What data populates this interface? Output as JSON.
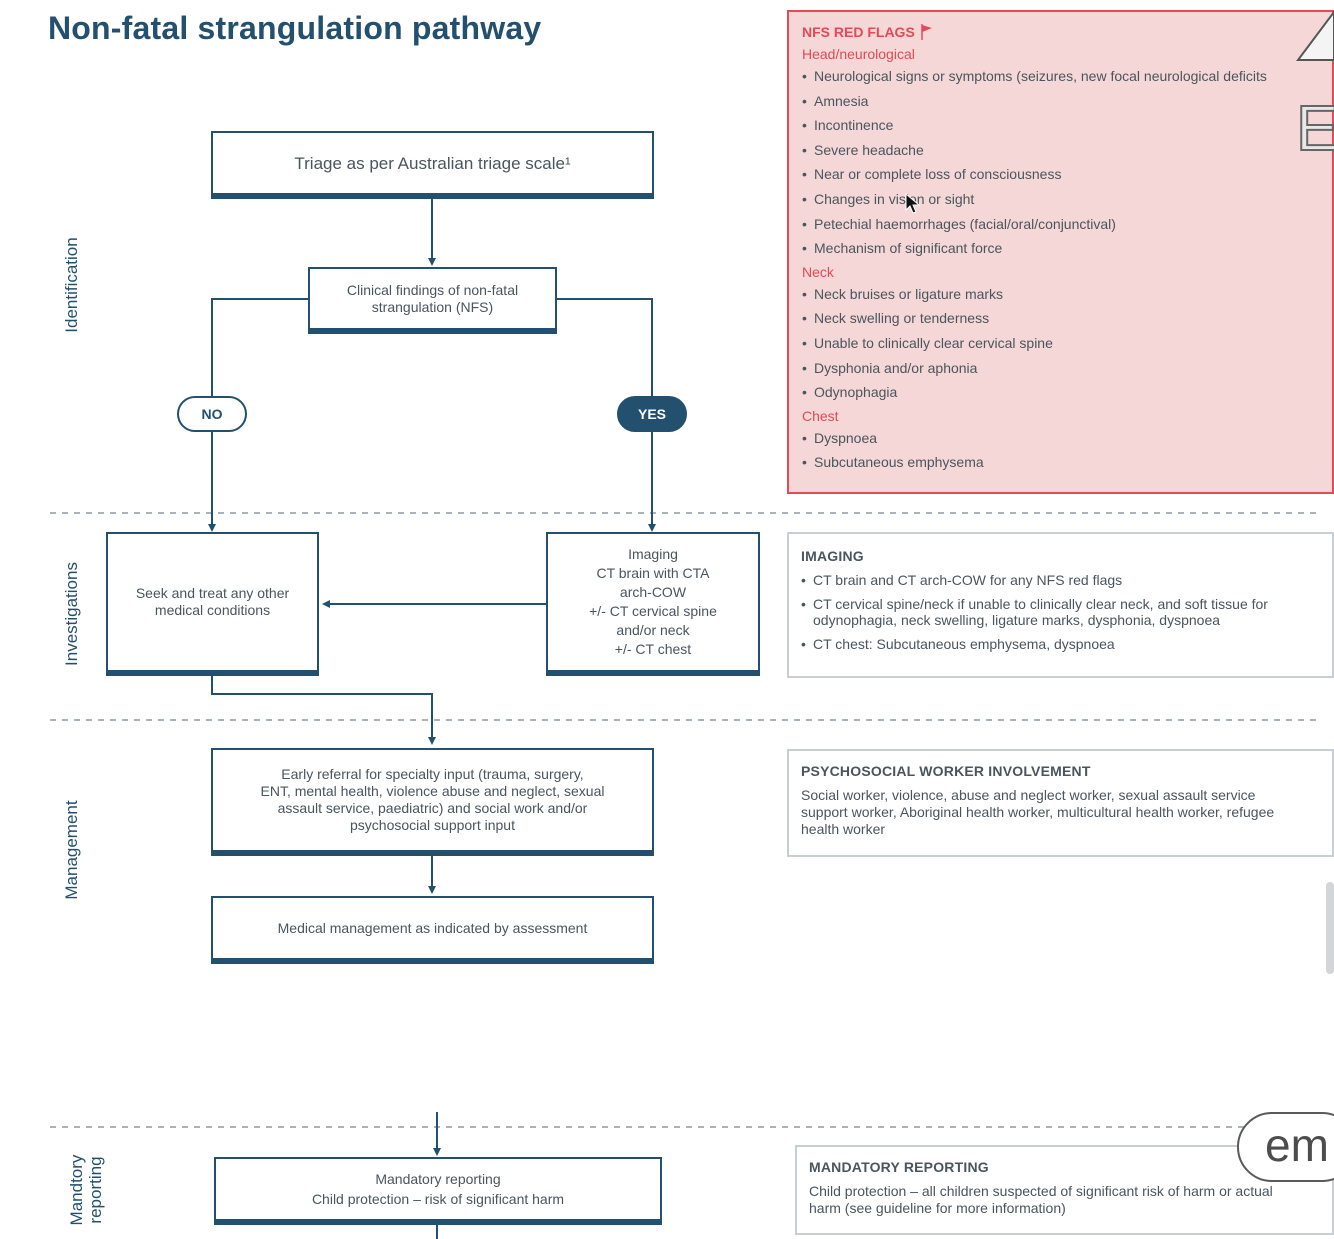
{
  "title": "Non-fatal strangulation pathway",
  "sections": {
    "identification": "Identification",
    "investigations": "Investigations",
    "management": "Management",
    "mandatory_line1": "Mandtory",
    "mandatory_line2": "reporting"
  },
  "flow": {
    "triage": "Triage as per Australian triage scale¹",
    "clinical_findings": [
      "Clinical findings of non-fatal",
      "strangulation (NFS)"
    ],
    "no_label": "NO",
    "yes_label": "YES",
    "seek_treat": [
      "Seek and treat any other",
      "medical conditions"
    ],
    "imaging": [
      "Imaging",
      "CT brain with CTA",
      "arch-COW",
      "+/- CT cervical spine",
      "and/or neck",
      "+/- CT chest"
    ],
    "early_referral": [
      "Early referral for specialty input (trauma, surgery,",
      "ENT, mental health, violence abuse and neglect, sexual",
      "assault service, paediatric) and social work and/or",
      "psychosocial support input"
    ],
    "medical_management": "Medical management as indicated by assessment",
    "mandatory_box": [
      "Mandatory reporting",
      "Child protection – risk of significant harm"
    ]
  },
  "red_flags": {
    "heading": "NFS RED FLAGS",
    "groups": [
      {
        "category": "Head/neurological",
        "items": [
          "Neurological signs or symptoms (seizures, new focal neurological deficits",
          "Amnesia",
          "Incontinence",
          "Severe headache",
          "Near or complete loss of consciousness",
          "Changes in vision or sight",
          "Petechial haemorrhages (facial/oral/conjunctival)",
          "Mechanism of significant force"
        ]
      },
      {
        "category": "Neck",
        "items": [
          "Neck bruises or ligature marks",
          "Neck swelling or tenderness",
          "Unable to clinically clear cervical spine",
          "Dysphonia and/or aphonia",
          "Odynophagia"
        ]
      },
      {
        "category": "Chest",
        "items": [
          "Dyspnoea",
          "Subcutaneous emphysema"
        ]
      }
    ]
  },
  "panels": {
    "imaging": {
      "heading": "IMAGING",
      "items": [
        "CT brain and CT arch-COW for any NFS red flags",
        "CT cervical spine/neck if unable to clinically clear neck, and soft tissue for odynophagia, neck swelling, ligature marks, dysphonia, dyspnoea",
        "CT chest: Subcutaneous emphysema, dyspnoea"
      ]
    },
    "psychosocial": {
      "heading": "PSYCHOSOCIAL WORKER INVOLVEMENT",
      "text": "Social worker, violence, abuse and neglect worker, sexual assault service support worker, Aboriginal health worker, multicultural health worker, refugee health worker"
    },
    "mandatory": {
      "heading": "MANDATORY REPORTING",
      "text": "Child protection – all children suspected of significant risk of harm or actual harm (see guideline for more information)"
    }
  },
  "overlay": {
    "badge_text": "em",
    "corner_letter": "E"
  },
  "colors": {
    "navy": "#23506e",
    "red_flag_border": "#e24b56",
    "red_flag_bg": "#f4d7d6",
    "text": "#4a555e"
  }
}
